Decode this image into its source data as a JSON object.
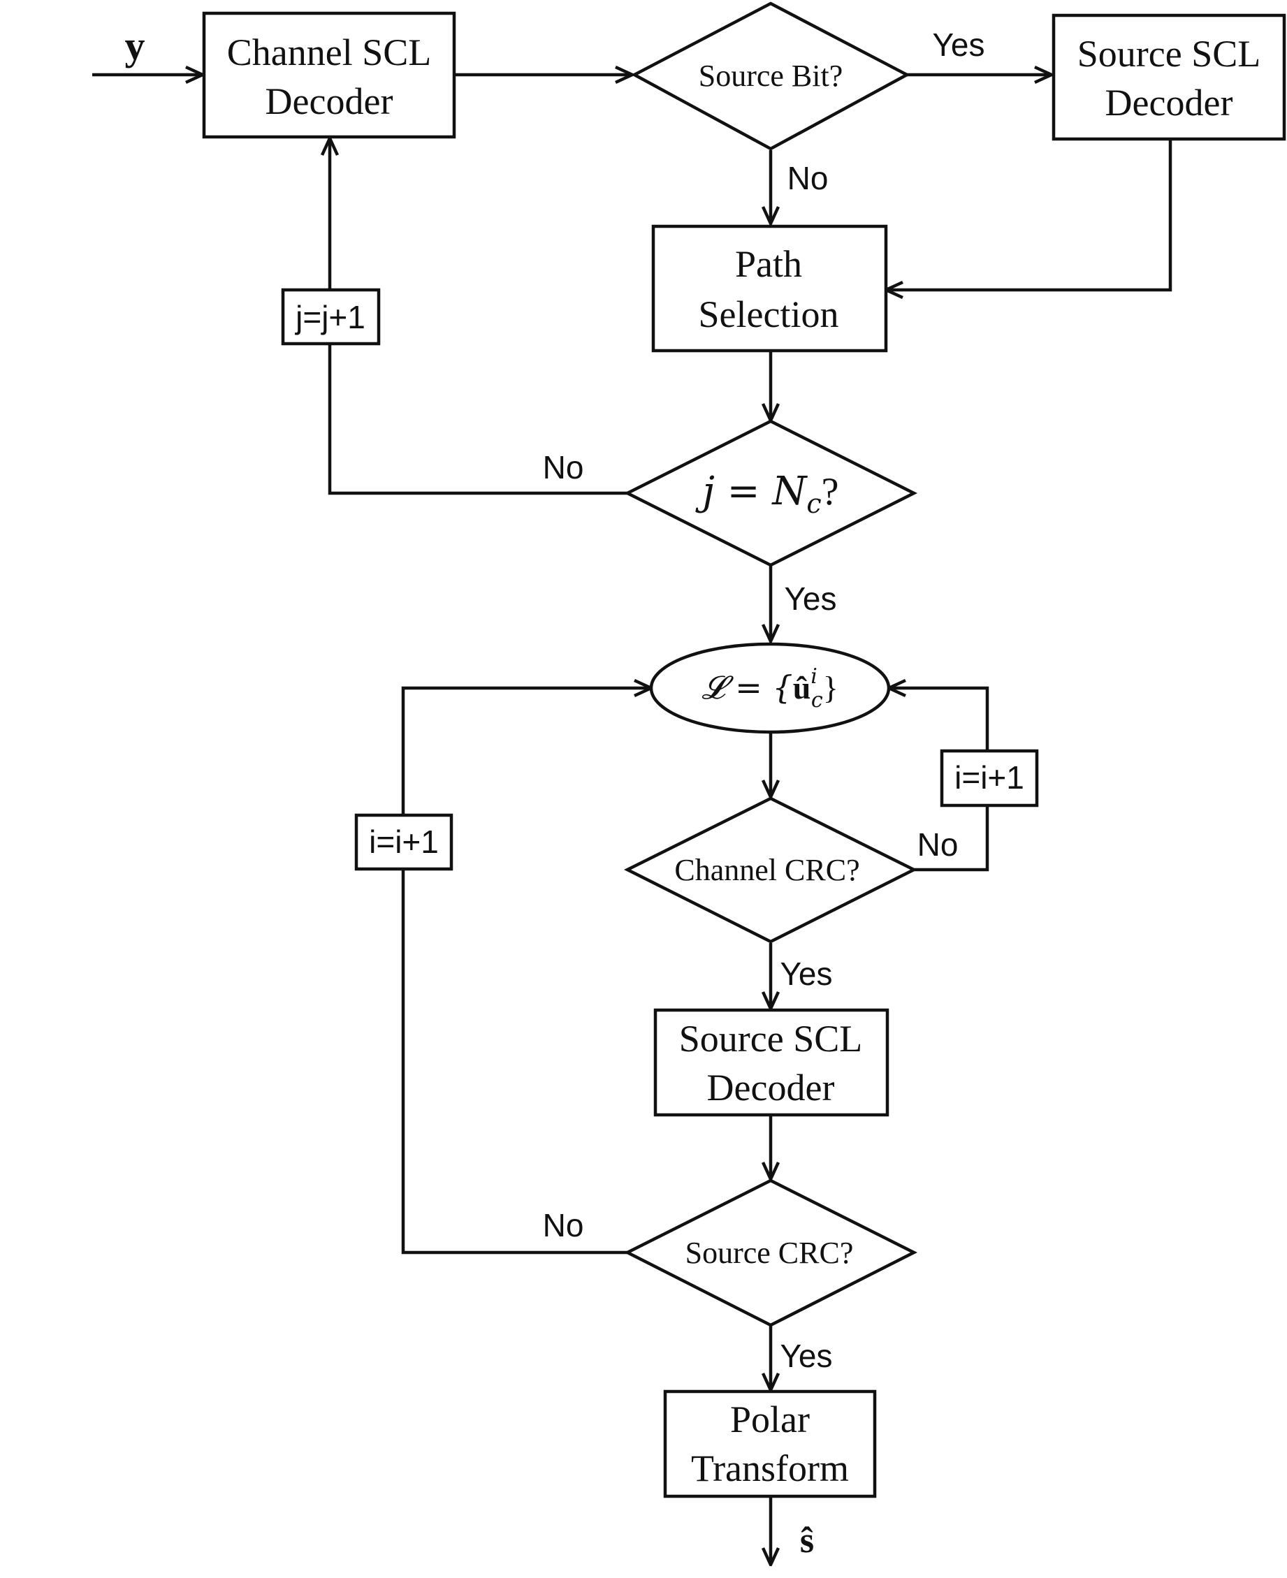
{
  "input_signal": "y",
  "output_signal": "ŝ",
  "nodes": {
    "channel_scl_decoder": {
      "line1": "Channel SCL",
      "line2": "Decoder"
    },
    "source_bit_check": {
      "label": "Source Bit?"
    },
    "source_scl_decoder_top": {
      "line1": "Source SCL",
      "line2": "Decoder"
    },
    "path_selection": {
      "line1": "Path",
      "line2": "Selection"
    },
    "j_check": {
      "label": "j = N",
      "subscript": "c",
      "suffix": "?"
    },
    "list": {
      "prefix": "𝓛 = {",
      "body": "û",
      "sup": "i",
      "sub": "c",
      "suffix": "}"
    },
    "channel_crc_check": {
      "label": "Channel CRC?"
    },
    "source_scl_decoder_bottom": {
      "line1": "Source SCL",
      "line2": "Decoder"
    },
    "source_crc_check": {
      "label": "Source CRC?"
    },
    "polar_transform": {
      "line1": "Polar",
      "line2": "Transform"
    }
  },
  "counters": {
    "j_increment": "j=j+1",
    "i_increment_left": "i=i+1",
    "i_increment_right": "i=i+1"
  },
  "edge_labels": {
    "source_bit_yes": "Yes",
    "source_bit_no": "No",
    "j_check_no": "No",
    "j_check_yes": "Yes",
    "channel_crc_no": "No",
    "channel_crc_yes": "Yes",
    "source_crc_no": "No",
    "source_crc_yes": "Yes"
  }
}
